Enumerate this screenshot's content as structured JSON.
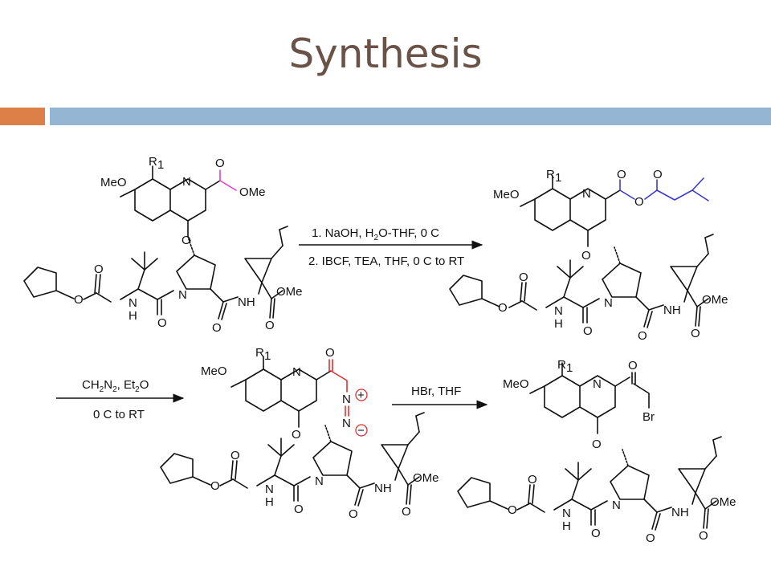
{
  "slide": {
    "title": "Synthesis"
  },
  "colors": {
    "title": "#6b5247",
    "accent_bar": "#dd8047",
    "main_bar": "#94b6d2",
    "ester": "#e040d0",
    "anhydride": "#3a3ad0",
    "diazo": "#e03030"
  },
  "atoms": {
    "R1": "R",
    "R1_sub": "1",
    "MeO": "MeO",
    "N": "N",
    "O": "O",
    "NH": "NH",
    "H": "H",
    "OMe": "OMe",
    "Br": "Br",
    "plus": "+",
    "minus": "−"
  },
  "reaction1": {
    "line1_pre": "1. NaOH, H",
    "line1_sub": "2",
    "line1_post": "O-THF, 0 C",
    "line2": "2. IBCF, TEA, THF, 0 C to RT"
  },
  "reaction2": {
    "line1_a": "CH",
    "line1_sub1": "2",
    "line1_b": "N",
    "line1_sub2": "2",
    "line1_c": ", Et",
    "line1_sub3": "2",
    "line1_d": "O",
    "line2": "0 C to RT"
  },
  "reaction3": {
    "line1": "HBr, THF"
  }
}
